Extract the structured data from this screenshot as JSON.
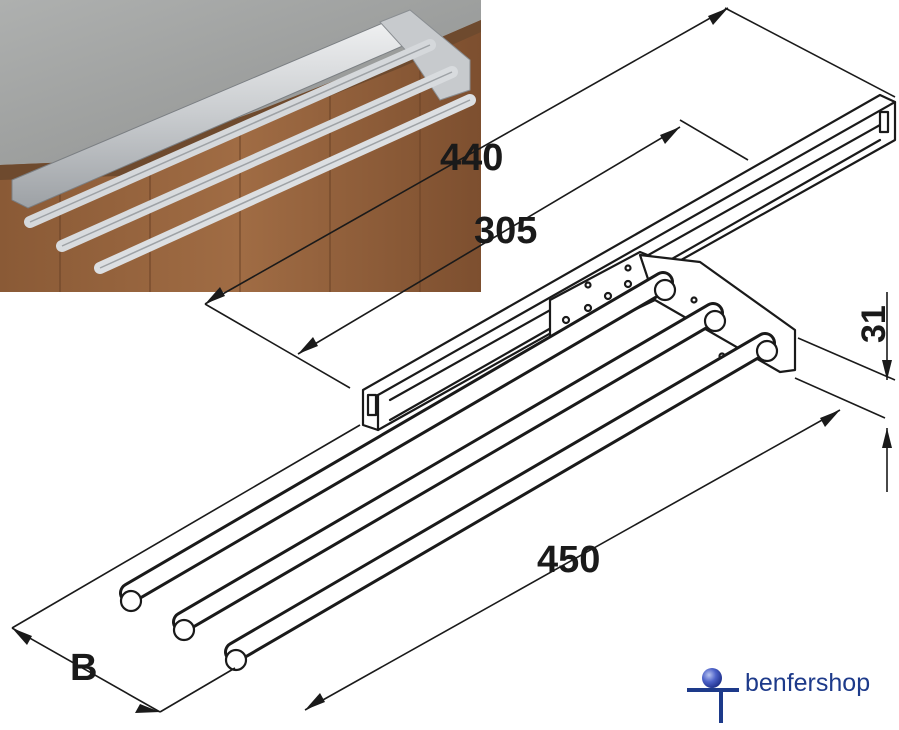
{
  "dimensions": {
    "length_total": "440",
    "length_extension": "305",
    "rod_length": "450",
    "height": "31",
    "width": "B"
  },
  "brand": {
    "name": "benfershop",
    "color": "#1d3a8a",
    "dot_color": "#3a52b8",
    "icon": "logo-mark"
  }
}
